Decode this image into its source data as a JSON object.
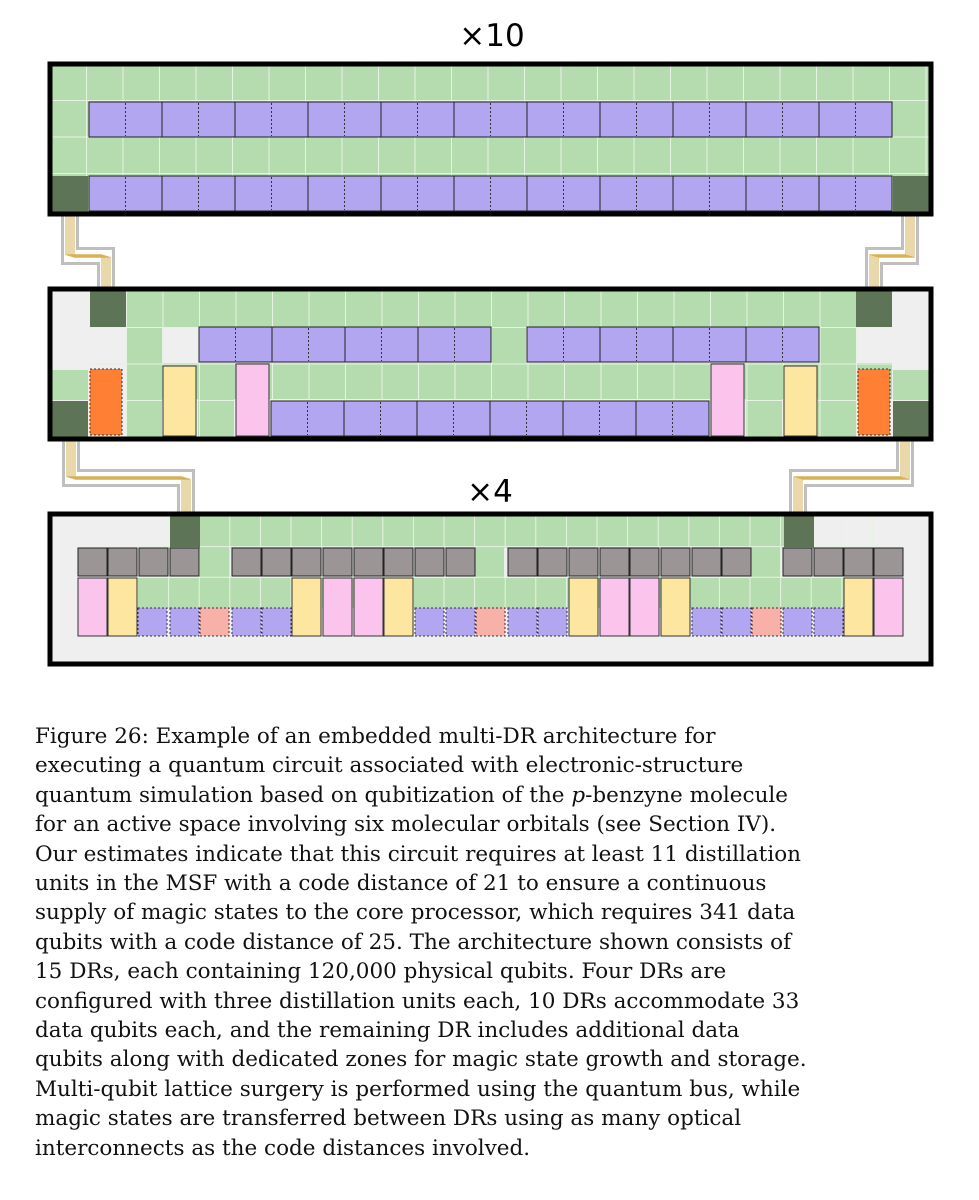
{
  "figure": {
    "top_multiplier": "×10",
    "bottom_multiplier": "×4",
    "colors": {
      "bus": "#b5dcae",
      "bus_grid": "#e6f2e2",
      "data_qubit": "#b2a6f0",
      "interconnect_port": "#5d7556",
      "distillation": "#ff8035",
      "magic_growth": "#fce6a0",
      "magic_storage": "#fac4ec",
      "gray_module": "#9b9595",
      "salmon": "#f7b1a8",
      "region_fill": "#efefef",
      "frame": "#000000"
    }
  },
  "caption": {
    "lines": [
      "Figure 26: Example of an embedded multi-DR architecture for",
      "executing a quantum circuit associated with electronic-structure",
      "quantum simulation based on qubitization of the ",
      "for an active space involving six molecular orbitals (see Section IV).",
      "Our estimates indicate that this circuit requires at least 11 distillation",
      "units in the MSF with a code distance of 21 to ensure a continuous",
      "supply of magic states to the core processor, which requires 341 data",
      "qubits with a code distance of 25. The architecture shown consists of",
      "15 DRs, each containing 120,000 physical qubits. Four DRs are",
      "configured with three distillation units each, 10 DRs accommodate 33",
      "data qubits each, and the remaining DR includes additional data",
      "qubits along with dedicated zones for magic state growth and storage.",
      "Multi-qubit lattice surgery is performed using the quantum bus, while",
      "magic states are transferred between DRs using as many optical",
      "interconnects as the code distances involved."
    ],
    "line3_italic": "p",
    "line3_tail": "-benzyne molecule"
  }
}
